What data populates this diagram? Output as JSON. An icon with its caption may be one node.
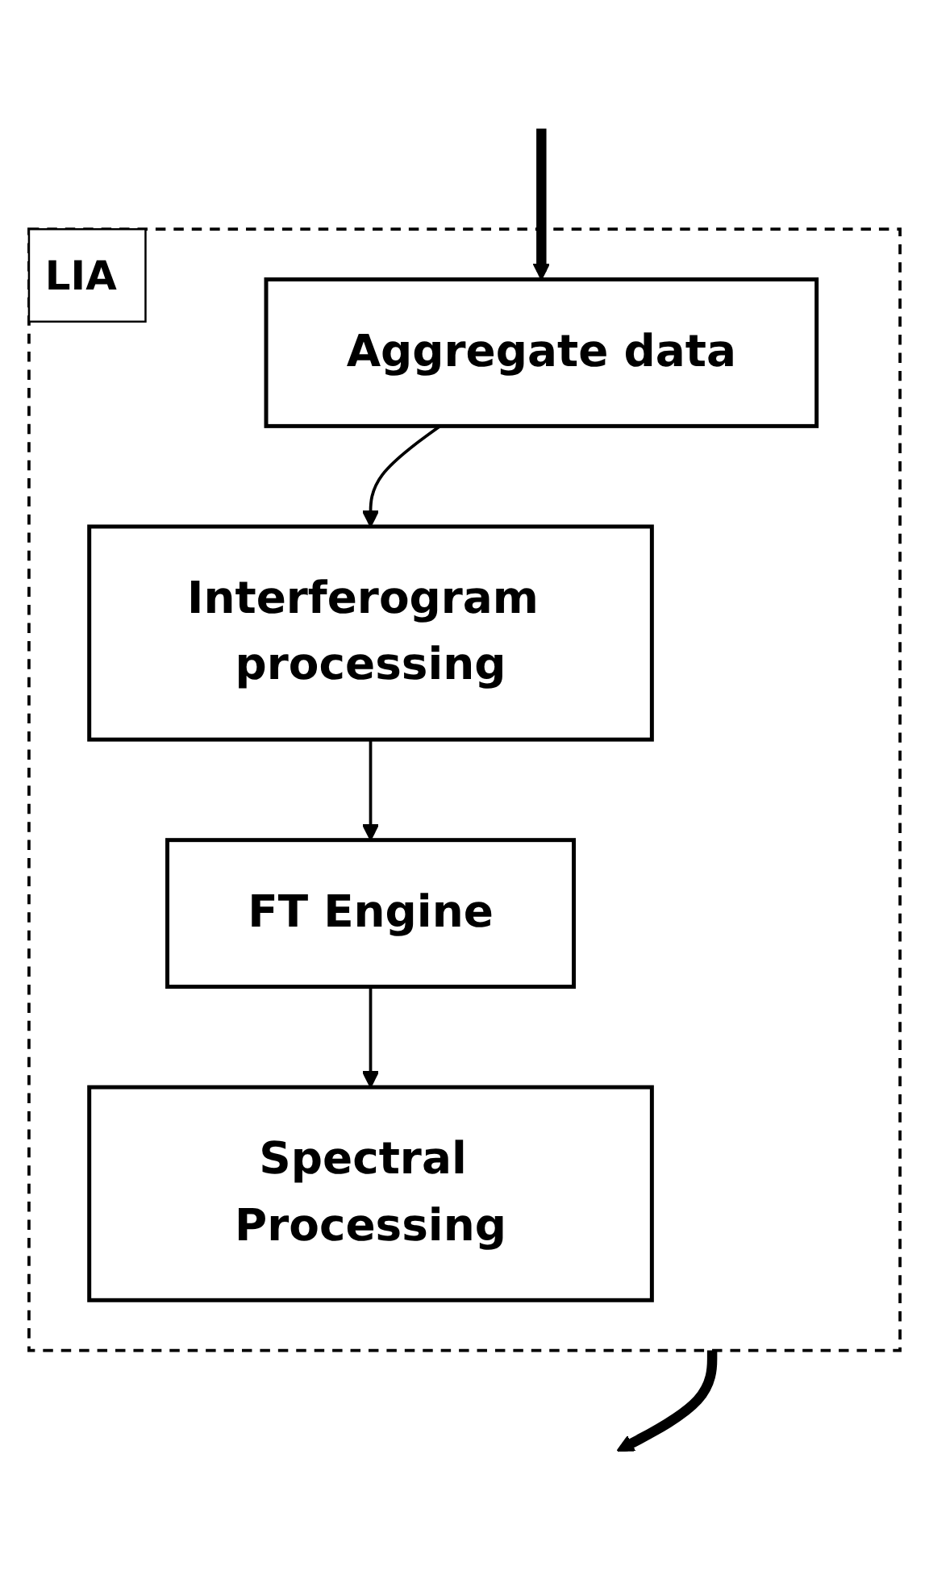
{
  "diagram": {
    "nodes": [
      {
        "text": [
          "LIA"
        ]
      },
      {
        "text": [
          "Aggregate data"
        ],
        "in": 0
      },
      {
        "text": [
          "Interferogram processing"
        ],
        "in": 0
      },
      {
        "text": [
          "FT Engine"
        ],
        "in": 0
      },
      {
        "text": [
          "Spectral Processing"
        ],
        "in": 0
      }
    ],
    "edges": [
      {
        "from": null,
        "to": 1,
        "arrow": "to",
        "style": "thick"
      },
      {
        "from": 1,
        "to": 2,
        "arrow": "to"
      },
      {
        "from": 2,
        "to": 3,
        "arrow": "to"
      },
      {
        "from": 3,
        "to": 4,
        "arrow": "to"
      },
      {
        "from": 0,
        "to": null,
        "arrow": "to",
        "style": "thick"
      }
    ]
  }
}
